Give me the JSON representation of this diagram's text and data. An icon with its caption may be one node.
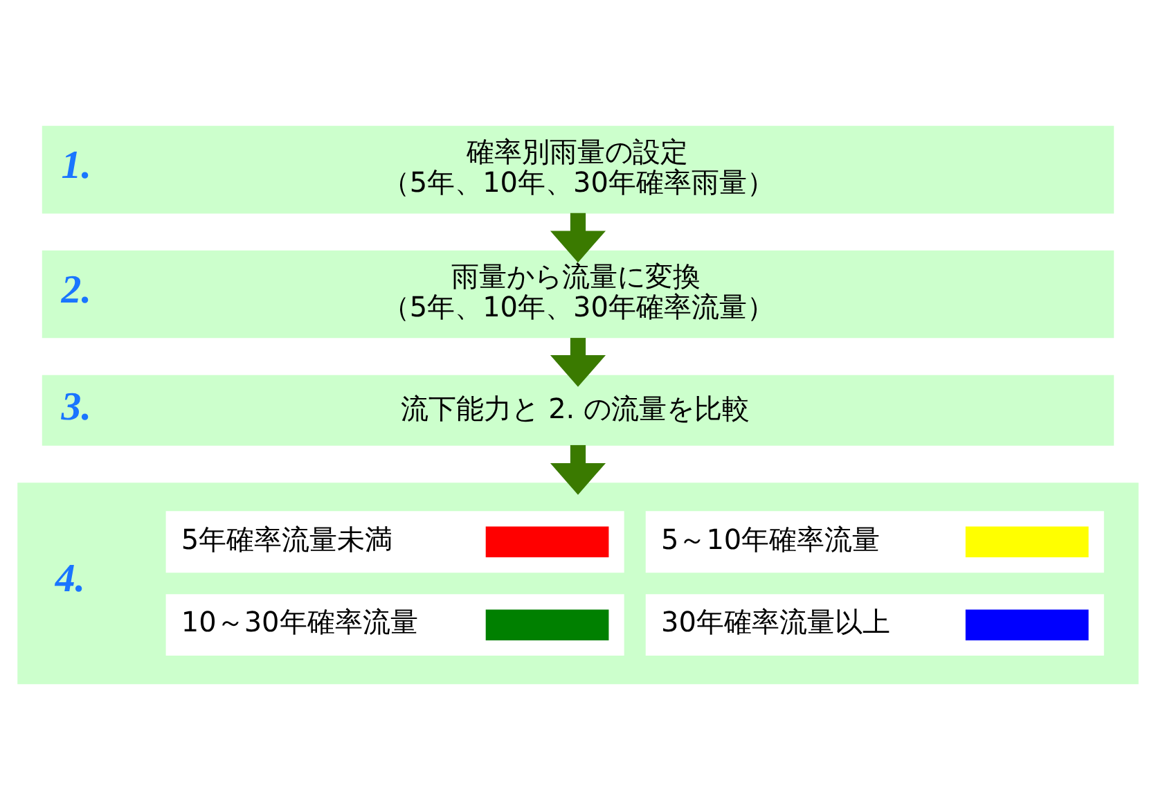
{
  "diagram": {
    "nodes": [
      {
        "text": [
          "1.",
          "確率別雨量の設定",
          "（5年、10年、30年確率雨量）"
        ]
      },
      {
        "text": [
          "2.",
          "雨量から流量に変換",
          "（5年、10年、30年確率流量）"
        ]
      },
      {
        "text": [
          "3.",
          "流下能力と 2. の流量を比較"
        ]
      },
      {
        "text": [
          "4."
        ]
      }
    ],
    "edges": [
      {
        "from": 0,
        "to": 1,
        "arrow": "to"
      },
      {
        "from": 1,
        "to": 2,
        "arrow": "to"
      },
      {
        "from": 2,
        "to": 3,
        "arrow": "to"
      }
    ],
    "legend": [
      {
        "text": "5年確率流量未満",
        "color": "#ff0000"
      },
      {
        "text": "5～10年確率流量",
        "color": "#ffff00"
      },
      {
        "text": "10～30年確率流量",
        "color": "#008000"
      },
      {
        "text": "30年確率流量以上",
        "color": "#0000ff"
      }
    ]
  }
}
